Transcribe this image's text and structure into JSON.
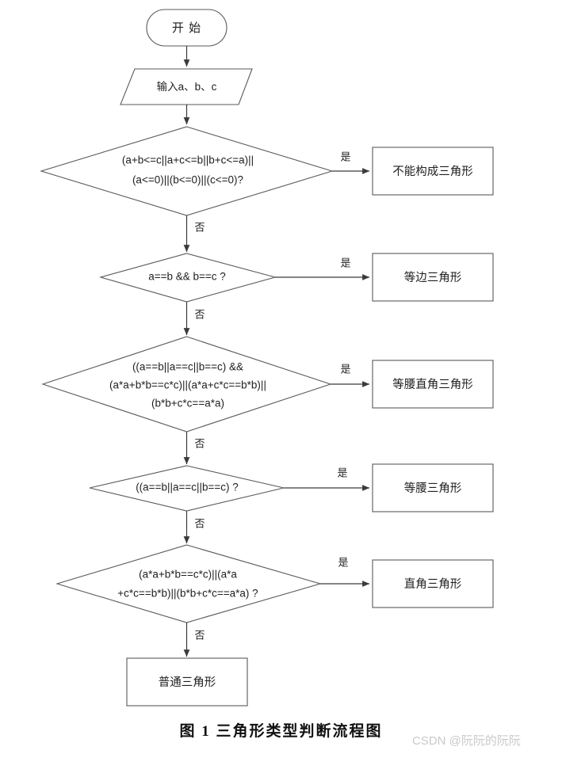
{
  "figure": {
    "caption": "图 1  三角形类型判断流程图",
    "watermark": "CSDN @阮阮的阮阮"
  },
  "colors": {
    "background": "#ffffff",
    "shape_stroke": "#5a5a5a",
    "connector_stroke": "#3a3a3a",
    "text": "#1f1f1f",
    "watermark": "#c9c9c9"
  },
  "flow": {
    "start": {
      "label": "开 始"
    },
    "input": {
      "label": "输入a、b、c"
    },
    "decisions": [
      {
        "id": "d1",
        "lines": [
          "(a+b<=c||a+c<=b||b+c<=a)||",
          "(a<=0)||(b<=0)||(c<=0)?"
        ],
        "yes_label": "是",
        "no_label": "否",
        "yes_target": "不能构成三角形"
      },
      {
        "id": "d2",
        "lines": [
          "a==b && b==c ?"
        ],
        "yes_label": "是",
        "no_label": "否",
        "yes_target": "等边三角形"
      },
      {
        "id": "d3",
        "lines": [
          "((a==b||a==c||b==c) &&",
          "(a*a+b*b==c*c)||(a*a+c*c==b*b)||",
          "(b*b+c*c==a*a)"
        ],
        "yes_label": "是",
        "no_label": "否",
        "yes_target": "等腰直角三角形"
      },
      {
        "id": "d4",
        "lines": [
          "((a==b||a==c||b==c) ?"
        ],
        "yes_label": "是",
        "no_label": "否",
        "yes_target": "等腰三角形"
      },
      {
        "id": "d5",
        "lines": [
          "(a*a+b*b==c*c)||(a*a",
          "+c*c==b*b)||(b*b+c*c==a*a) ?"
        ],
        "yes_label": "是",
        "no_label": "否",
        "yes_target": "直角三角形"
      }
    ],
    "outcomes": [
      {
        "label": "不能构成三角形"
      },
      {
        "label": "等边三角形"
      },
      {
        "label": "等腰直角三角形"
      },
      {
        "label": "等腰三角形"
      },
      {
        "label": "直角三角形"
      }
    ],
    "final": {
      "label": "普通三角形"
    }
  }
}
